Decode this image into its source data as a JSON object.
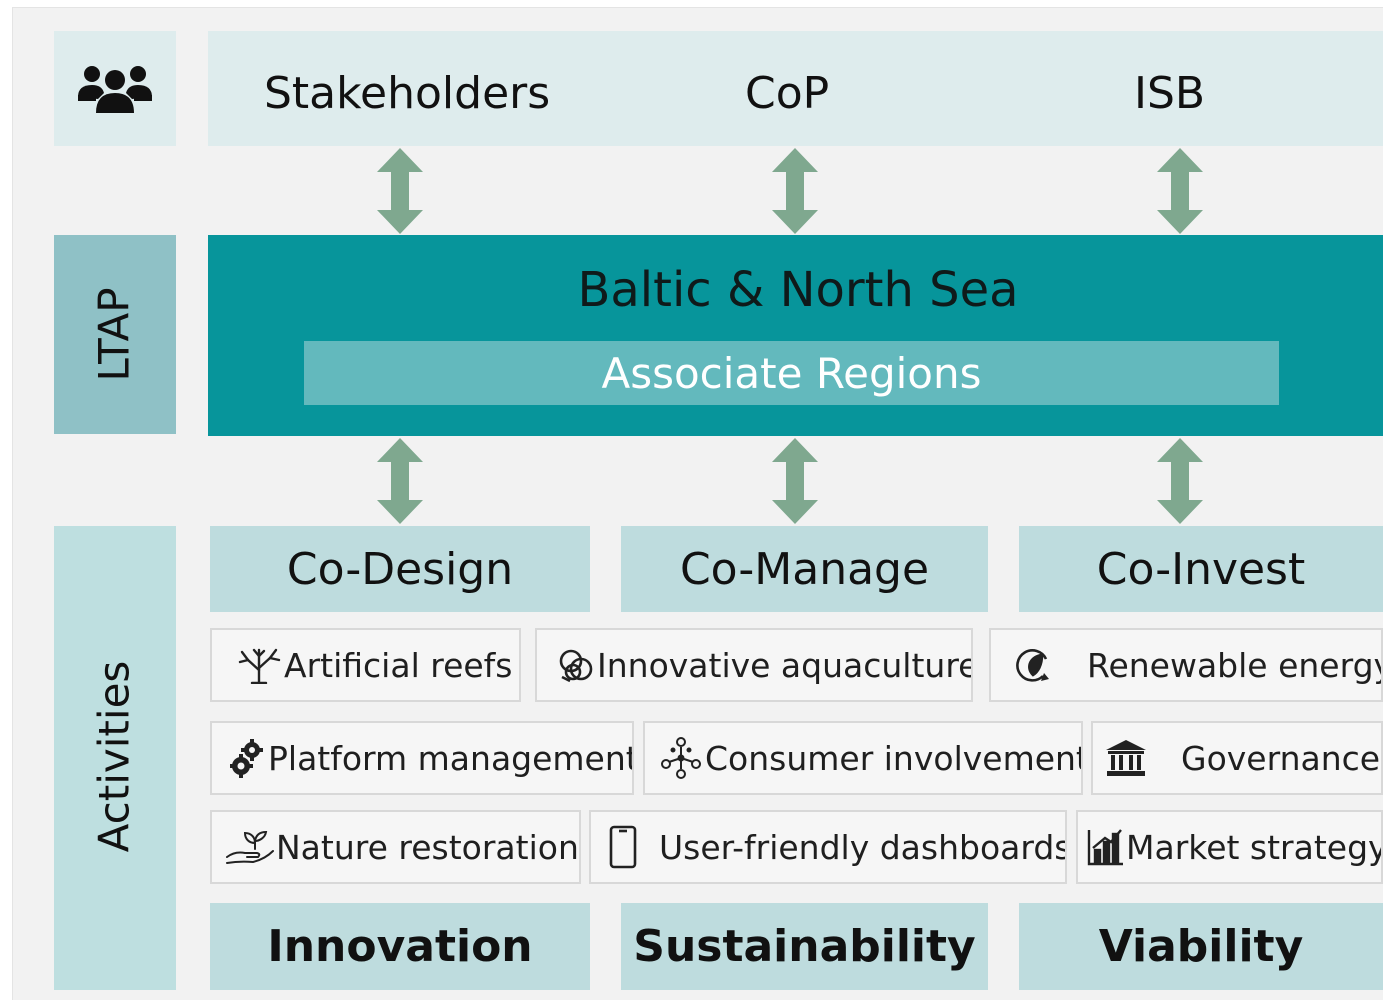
{
  "top_row": {
    "icon": "people-group-icon",
    "items": [
      "Stakeholders",
      "CoP",
      "ISB"
    ]
  },
  "side_labels": {
    "ltap": "LTAP",
    "activities": "Activities"
  },
  "core": {
    "title": "Baltic & North Sea",
    "subtitle": "Associate Regions"
  },
  "pillars": [
    "Co-Design",
    "Co-Manage",
    "Co-Invest"
  ],
  "activities": {
    "row1": [
      {
        "label": "Artificial reefs",
        "icon": "coral-icon"
      },
      {
        "label": "Innovative aquaculture",
        "icon": "aquaculture-knot-icon"
      },
      {
        "label": "Renewable energy",
        "icon": "renewable-leaf-icon"
      }
    ],
    "row2": [
      {
        "label": "Platform management",
        "icon": "gears-icon"
      },
      {
        "label": "Consumer involvement",
        "icon": "people-network-icon"
      },
      {
        "label": "Governance",
        "icon": "institution-icon"
      }
    ],
    "row3": [
      {
        "label": "Nature restoration",
        "icon": "hand-sprout-icon"
      },
      {
        "label": "User-friendly dashboards",
        "icon": "mobile-phone-icon"
      },
      {
        "label": "Market strategy",
        "icon": "bar-chart-icon"
      }
    ]
  },
  "outcomes": [
    "Innovation",
    "Sustainability",
    "Viability"
  ],
  "colors": {
    "core": "#07959b",
    "associate": "#63b9bd",
    "arrow": "#7fa88f",
    "ltap": "#8fc1c6",
    "panel": "#bedcde"
  }
}
